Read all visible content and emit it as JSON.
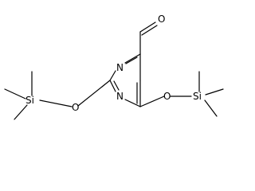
{
  "molecule": {
    "atom_labels": {
      "aldehyde_oxygen": "O",
      "ring_nitrogen_1": "N",
      "ring_nitrogen_3": "N",
      "left_ether_oxygen": "O",
      "right_ether_oxygen": "O",
      "left_silicon": "Si",
      "right_silicon": "Si"
    }
  },
  "colors": {
    "bond": "#000000",
    "label": "#000000",
    "background": "#ffffff"
  }
}
